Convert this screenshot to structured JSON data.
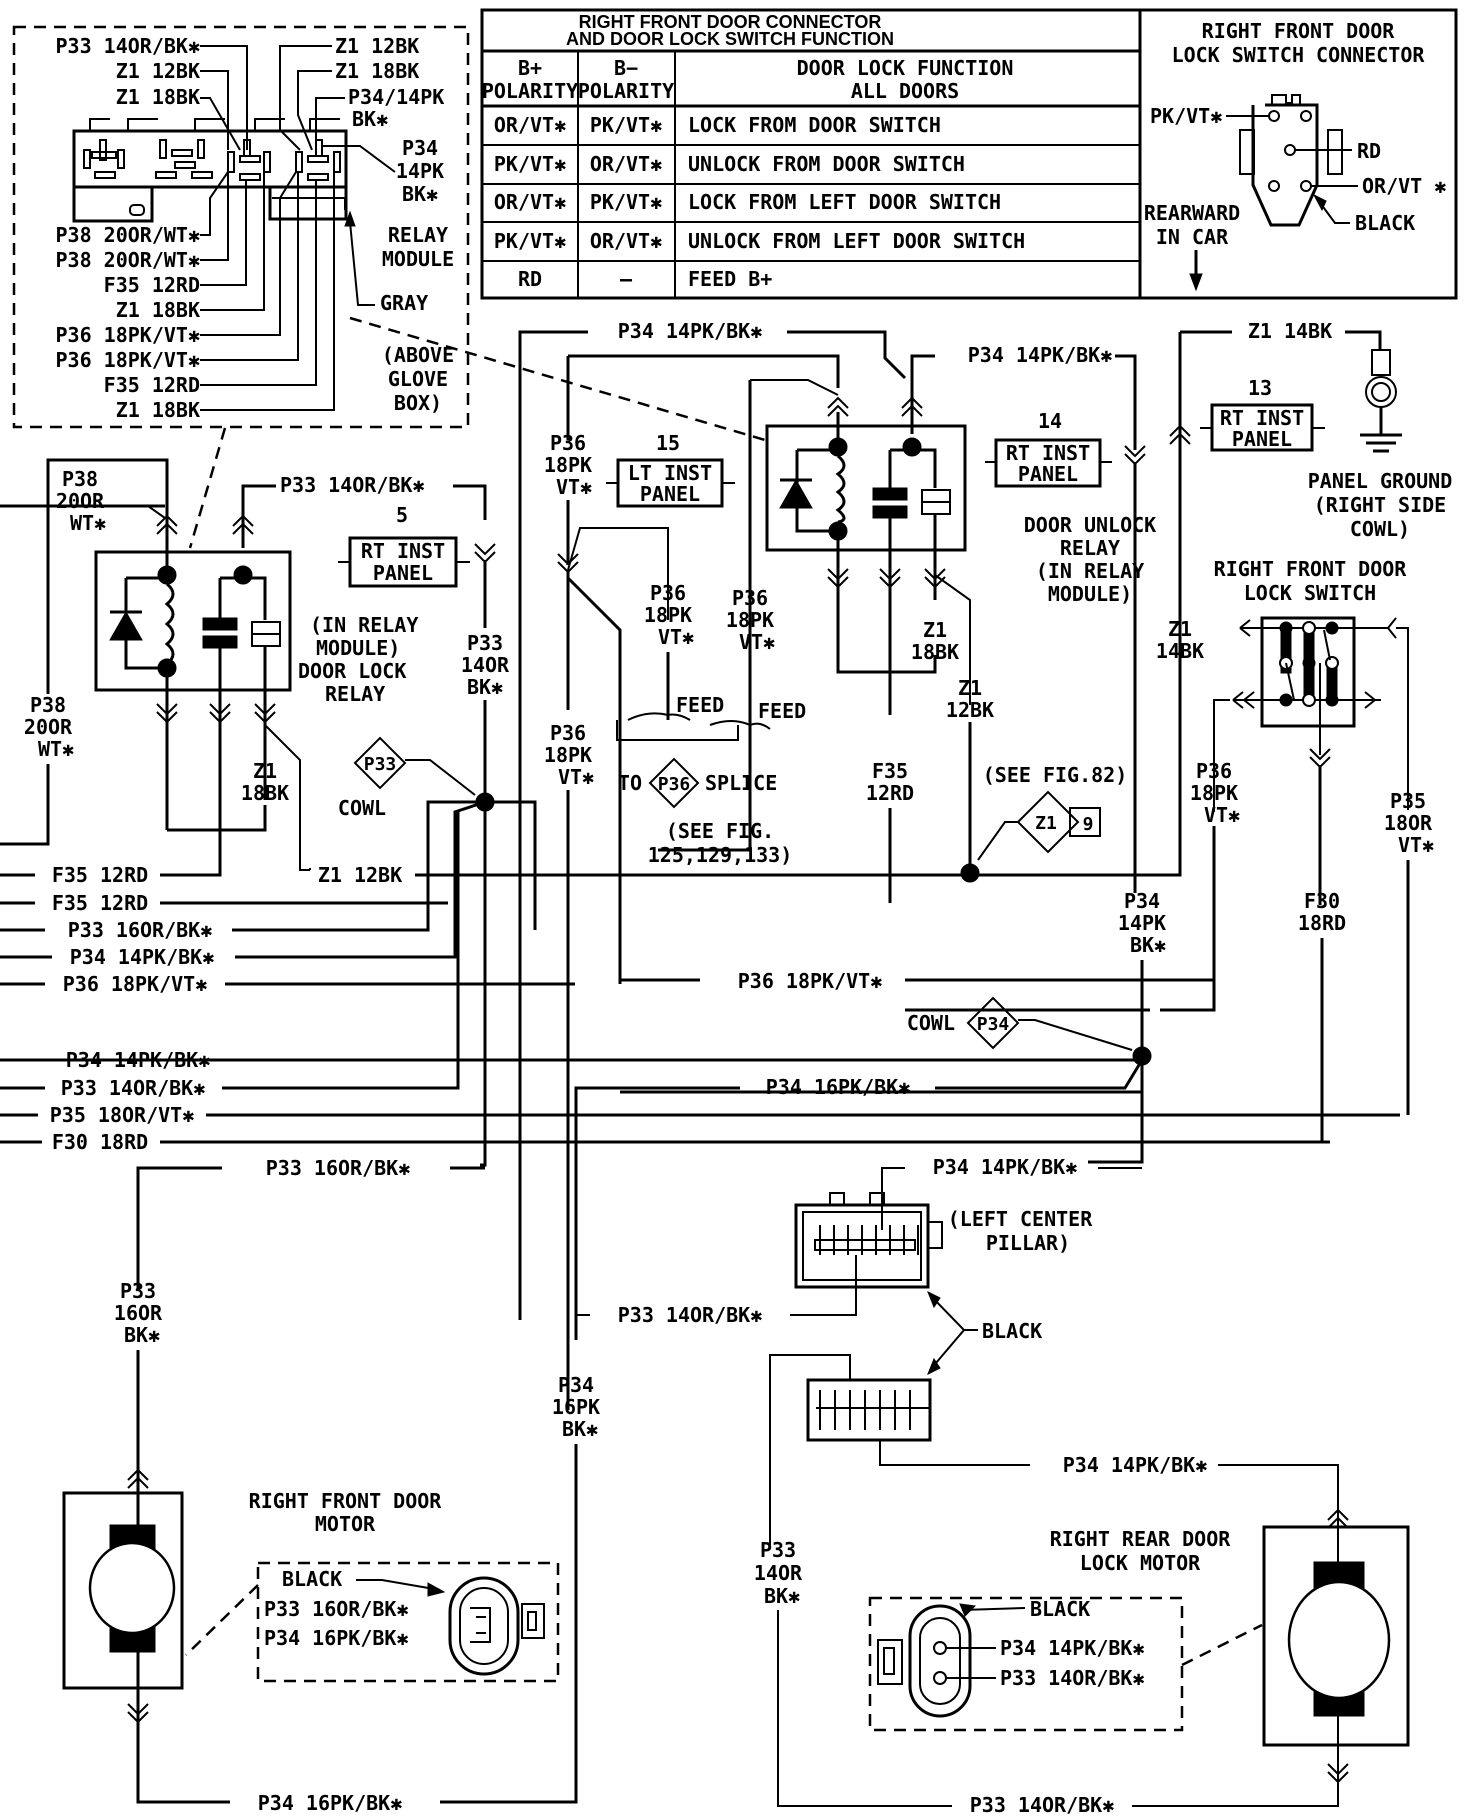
{
  "relay_module_inset": {
    "left_labels": [
      "P33 14OR/BK✱",
      "Z1 12BK",
      "Z1 18BK",
      "P38 20OR/WT✱",
      "P38 20OR/WT✱",
      "F35 12RD",
      "Z1 18BK",
      "P36 18PK/VT✱",
      "P36 18PK/VT✱",
      "F35 12RD",
      "Z1 18BK"
    ],
    "right_labels": [
      "Z1 12BK",
      "Z1 18BK",
      "P34/14PK",
      "BK✱"
    ],
    "p34_label": [
      "P34",
      "14PK",
      "BK✱"
    ],
    "module_label": [
      "RELAY",
      "MODULE"
    ],
    "gray_label": "GRAY",
    "location_label": [
      "(ABOVE",
      "GLOVE",
      "BOX)"
    ]
  },
  "function_table": {
    "title": [
      "RIGHT FRONT DOOR CONNECTOR",
      "AND DOOR LOCK SWITCH FUNCTION"
    ],
    "headers": [
      [
        "B+",
        "POLARITY"
      ],
      [
        "B−",
        "POLARITY"
      ],
      [
        "DOOR LOCK FUNCTION",
        "ALL DOORS"
      ]
    ],
    "rows": [
      [
        "OR/VT✱",
        "PK/VT✱",
        "LOCK FROM DOOR SWITCH"
      ],
      [
        "PK/VT✱",
        "OR/VT✱",
        "UNLOCK FROM DOOR SWITCH"
      ],
      [
        "OR/VT✱",
        "PK/VT✱",
        "LOCK FROM LEFT DOOR SWITCH"
      ],
      [
        "PK/VT✱",
        "OR/VT✱",
        "UNLOCK FROM LEFT DOOR SWITCH"
      ],
      [
        "RD",
        "—",
        "FEED B+"
      ]
    ]
  },
  "switch_connector": {
    "title": [
      "RIGHT FRONT DOOR",
      "LOCK SWITCH CONNECTOR"
    ],
    "pins": {
      "pk_vt": "PK/VT✱",
      "rd": "RD",
      "or_vt": "OR/VT ✱",
      "black": "BLACK"
    },
    "rearward": [
      "REARWARD",
      "IN CAR"
    ]
  },
  "door_lock_relay": {
    "p38_top": [
      "P38",
      "20OR",
      "WT✱"
    ],
    "p38_side": [
      "P38",
      "20OR",
      "WT✱"
    ],
    "p33_top": "P33 14OR/BK✱",
    "panel_num": "5",
    "panel": [
      "RT INST",
      "PANEL"
    ],
    "p33_side": [
      "P33",
      "14OR",
      "BK✱"
    ],
    "caption": [
      "(IN RELAY",
      "MODULE)",
      "DOOR LOCK",
      "RELAY"
    ],
    "z1": [
      "Z1",
      "18BK"
    ],
    "cowl_splice": "P33",
    "cowl": "COWL"
  },
  "door_unlock_relay": {
    "p34_top": "P34 14PK/BK✱",
    "p34_right": "P34 14PK/BK✱",
    "p36_left": [
      "P36",
      "18PK",
      "VT✱"
    ],
    "lt_panel_num": "15",
    "lt_panel": [
      "LT INST",
      "PANEL"
    ],
    "rt_panel_num": "14",
    "rt_panel": [
      "RT INST",
      "PANEL"
    ],
    "p36_a": [
      "P36",
      "18PK",
      "VT✱"
    ],
    "p36_b": [
      "P36",
      "18PK",
      "VT✱"
    ],
    "p36_c": [
      "P36",
      "18PK",
      "VT✱"
    ],
    "feed": "FEED",
    "splice_to": "TO",
    "splice_id": "P36",
    "splice_word": "SPLICE",
    "see_fig": [
      "(SEE FIG.",
      "125,129,133)"
    ],
    "caption": [
      "DOOR UNLOCK",
      "RELAY",
      "(IN RELAY",
      "MODULE)"
    ],
    "z1_18": [
      "Z1",
      "18BK"
    ],
    "z1_12": [
      "Z1",
      "12BK"
    ],
    "f35": [
      "F35",
      "12RD"
    ],
    "see_fig82": "(SEE FIG.82)",
    "z1_splice": "Z1",
    "z1_ref": "9"
  },
  "ground": {
    "z1_14": "Z1 14BK",
    "panel_num": "13",
    "panel": [
      "RT INST",
      "PANEL"
    ],
    "label": [
      "PANEL GROUND",
      "(RIGHT SIDE",
      "COWL)"
    ],
    "z1_vert": [
      "Z1",
      "14BK"
    ]
  },
  "lock_switch": {
    "title": [
      "RIGHT FRONT DOOR",
      "LOCK SWITCH"
    ],
    "p36": [
      "P36",
      "18PK",
      "VT✱"
    ],
    "p35": [
      "P35",
      "18OR",
      "VT✱"
    ],
    "f30": [
      "F30",
      "18RD"
    ],
    "p34": [
      "P34",
      "14PK",
      "BK✱"
    ]
  },
  "left_bus": {
    "labels": [
      "F35 12RD",
      "F35 12RD",
      "P33 16OR/BK✱",
      "P34 14PK/BK✱",
      "P36 18PK/VT✱",
      "P34 14PK/BK✱",
      "P33 14OR/BK✱",
      "P35 18OR/VT✱",
      "F30 18RD"
    ],
    "z1_12": "Z1 12BK",
    "p36_mid": "P36 18PK/VT✱",
    "cowl": "COWL",
    "cowl_splice": "P34",
    "p34_16": "P34 16PK/BK✱",
    "p33_16": "P33 16OR/BK✱"
  },
  "center_pillar": {
    "p34_14": "P34 14PK/BK✱",
    "location": [
      "(LEFT CENTER",
      "PILLAR)"
    ],
    "p33_14": "P33 14OR/BK✱",
    "black": "BLACK",
    "p34_16": [
      "P34",
      "16PK",
      "BK✱"
    ]
  },
  "front_motor": {
    "p33": [
      "P33",
      "16OR",
      "BK✱"
    ],
    "title": [
      "RIGHT FRONT DOOR",
      "MOTOR"
    ],
    "black": "BLACK",
    "pin1": "P33 16OR/BK✱",
    "pin2": "P34 16PK/BK✱",
    "bottom": "P34 16PK/BK✱"
  },
  "rear_motor": {
    "p34_top": "P34 14PK/BK✱",
    "p33_side": [
      "P33",
      "14OR",
      "BK✱"
    ],
    "title": [
      "RIGHT REAR DOOR",
      "LOCK MOTOR"
    ],
    "black": "BLACK",
    "pin1": "P34 14PK/BK✱",
    "pin2": "P33 14OR/BK✱",
    "bottom": "P33 14OR/BK✱"
  }
}
